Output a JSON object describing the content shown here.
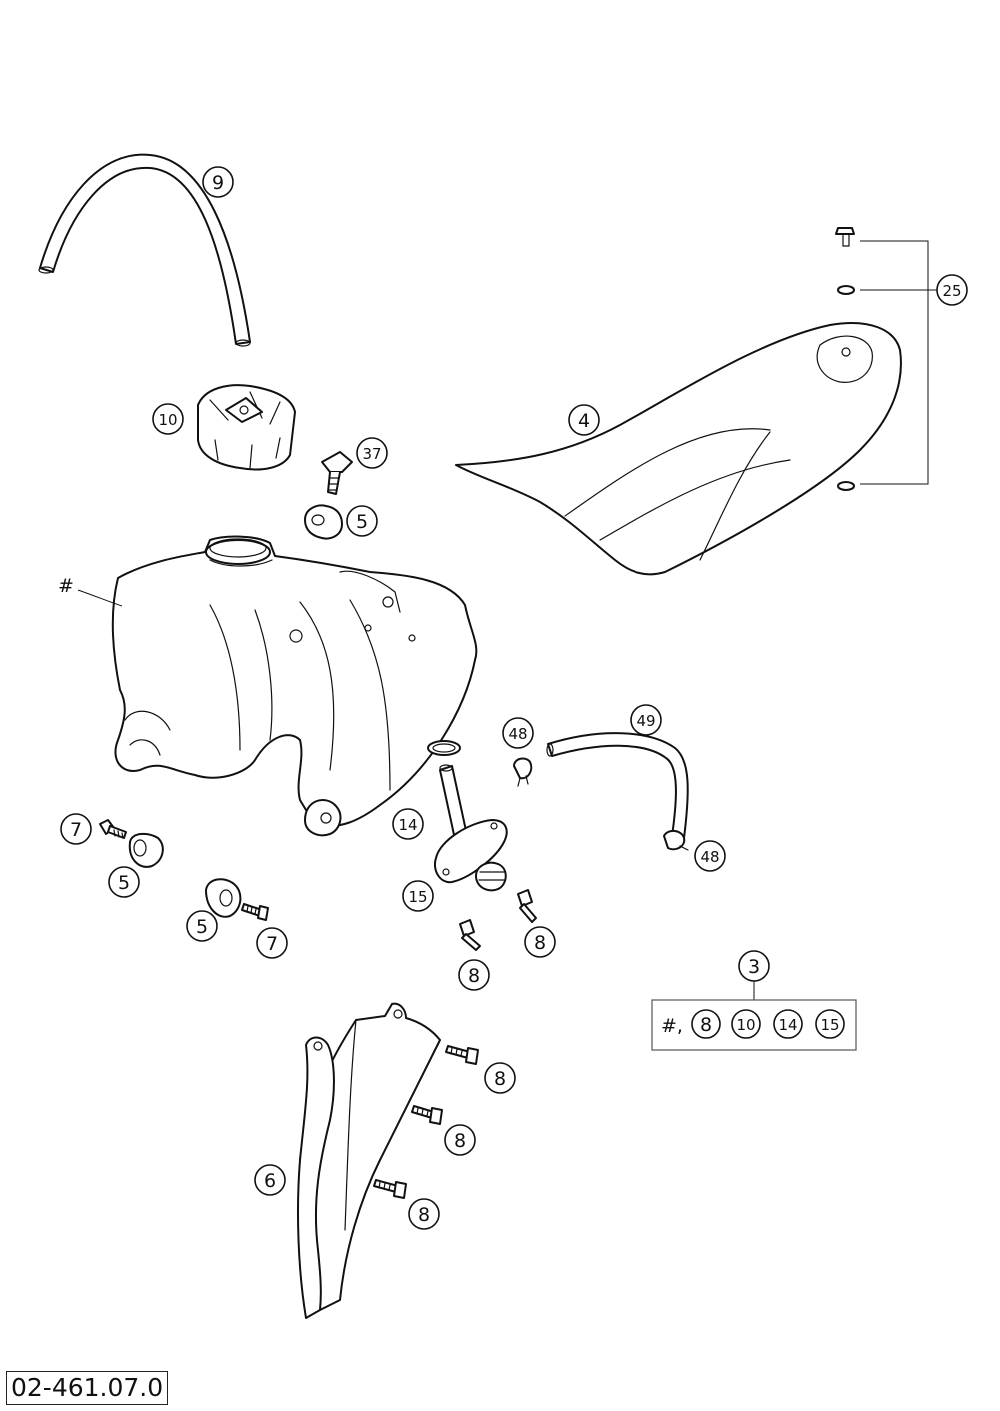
{
  "drawing_number": "02-461.07.0",
  "parts": [
    {
      "key": "hose",
      "number": "9"
    },
    {
      "key": "tank_cap",
      "number": "10"
    },
    {
      "key": "screw_top",
      "number": "37"
    },
    {
      "key": "spacer_top",
      "number": "5"
    },
    {
      "key": "seat",
      "number": "4"
    },
    {
      "key": "seat_fastener",
      "number": "25"
    },
    {
      "key": "tank",
      "number": "#"
    },
    {
      "key": "fuel_hose",
      "number": "49"
    },
    {
      "key": "clamp_upper",
      "number": "48"
    },
    {
      "key": "clamp_lower",
      "number": "48"
    },
    {
      "key": "o_ring",
      "number": "14"
    },
    {
      "key": "fuel_tap",
      "number": "15"
    },
    {
      "key": "screw_left_a",
      "number": "7"
    },
    {
      "key": "spacer_left_a",
      "number": "5"
    },
    {
      "key": "spacer_left_b",
      "number": "5"
    },
    {
      "key": "screw_left_b",
      "number": "7"
    },
    {
      "key": "tap_screw_a",
      "number": "8"
    },
    {
      "key": "tap_screw_b",
      "number": "8"
    },
    {
      "key": "spoiler",
      "number": "6"
    },
    {
      "key": "spoiler_screw_a",
      "number": "8"
    },
    {
      "key": "spoiler_screw_b",
      "number": "8"
    },
    {
      "key": "spoiler_screw_c",
      "number": "8"
    }
  ],
  "kit": {
    "number": "3",
    "prefix": "#,",
    "contents": [
      "8",
      "10",
      "14",
      "15"
    ]
  }
}
